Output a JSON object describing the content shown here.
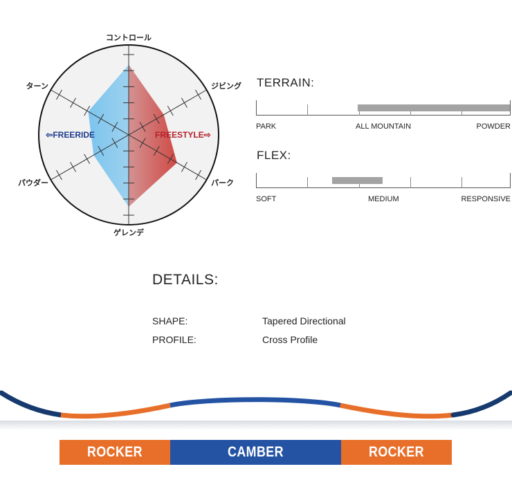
{
  "radar": {
    "axes": {
      "top": "コントロール",
      "upper_right": "ジビング",
      "lower_right": "パーク",
      "bottom": "ゲレンデ",
      "lower_left": "パウダー",
      "upper_left": "ターン"
    },
    "left_label": "⇦FREERIDE",
    "right_label": "FREESTYLE⇨",
    "values": {
      "top": 0.78,
      "upper_right": 0.45,
      "lower_right": 0.62,
      "bottom": 0.8,
      "lower_left": 0.45,
      "upper_left": 0.52
    },
    "colors": {
      "freeride": "#6ab8e6",
      "freestyle": "#c0504d",
      "disc": "#f2f2f2"
    }
  },
  "terrain": {
    "title": "TERRAIN:",
    "labels": [
      "PARK",
      "ALL MOUNTAIN",
      "POWDER"
    ],
    "range": [
      0.4,
      1.0
    ]
  },
  "flex": {
    "title": "FLEX:",
    "labels": [
      "SOFT",
      "MEDIUM",
      "RESPONSIVE"
    ],
    "range": [
      0.3,
      0.5
    ]
  },
  "details": {
    "title": "DETAILS:",
    "rows": [
      {
        "key": "SHAPE:",
        "value": "Tapered Directional"
      },
      {
        "key": "PROFILE:",
        "value": "Cross Profile"
      }
    ]
  },
  "profile": {
    "segments": [
      {
        "label": "ROCKER",
        "color": "#e86f2a"
      },
      {
        "label": "CAMBER",
        "color": "#2453a4"
      },
      {
        "label": "ROCKER",
        "color": "#e86f2a"
      }
    ],
    "colors": {
      "rocker": "#e86f2a",
      "camber": "#2453a4",
      "tip": "#173a6e"
    }
  }
}
